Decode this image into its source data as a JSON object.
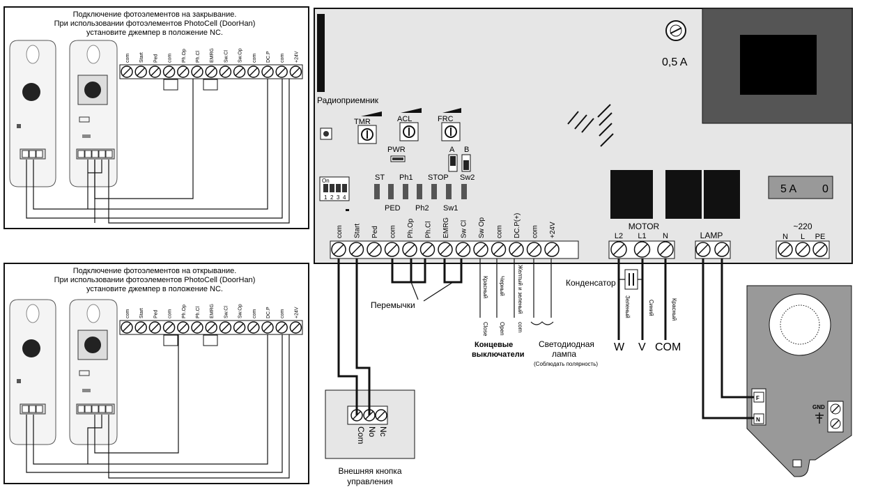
{
  "panel_top": {
    "title_lines": [
      "Подключение фотоэлементов на закрывание.",
      "При использовании фотоэлементов PhotoCell (DoorHan)",
      "установите джемпер в положение NC."
    ]
  },
  "panel_bottom": {
    "title_lines": [
      "Подключение фотоэлементов на открывание.",
      "При использовании фотоэлементов PhotoCell (DoorHan)",
      "установите джемпер в положение NC."
    ]
  },
  "mini_terminals": [
    "com",
    "Start",
    "Ped",
    "com",
    "Ph.Op",
    "Ph.Cl",
    "EMRG",
    "Sw.Cl",
    "Sw.Op",
    "com",
    "DC.P",
    "com",
    "+24V"
  ],
  "board": {
    "radio_label": "Радиоприемник",
    "fuse_small": "0,5 A",
    "fuse_big": "5 A",
    "fuse_big_suffix": "0",
    "knobs": [
      "TMR",
      "ACL",
      "FRC"
    ],
    "pwr_label": "PWR",
    "jumper_labels": [
      "A",
      "B"
    ],
    "dip_label": "On",
    "dip_numbers": [
      "1",
      "2",
      "3",
      "4"
    ],
    "leds_top": [
      "ST",
      "Ph1",
      "STOP",
      "Sw2"
    ],
    "leds_bottom": [
      "PED",
      "Ph2",
      "Sw1"
    ],
    "terminals": [
      "com",
      "Start",
      "Ped",
      "com",
      "Ph.Op",
      "Ph.Cl",
      "EMRG",
      "Sw Cl",
      "Sw Op",
      "com",
      "DC.P(+)",
      "com",
      "+24V"
    ],
    "motor_label": "MOTOR",
    "motor_terms": [
      "L2",
      "L1",
      "N"
    ],
    "lamp_label": "LAMP",
    "power_label": "~220",
    "power_terms": [
      "N",
      "L",
      "PE"
    ]
  },
  "annotations": {
    "jumpers": "Перемычки",
    "capacitor": "Конденсатор",
    "wire_colors": [
      "Красный",
      "Черный",
      "Желтый и зеленый"
    ],
    "switch_labels": [
      "Close",
      "Open",
      "com"
    ],
    "limit_switches": [
      "Концевые",
      "выключатели"
    ],
    "led_lamp": [
      "Светодиодная",
      "лампа"
    ],
    "led_polarity": "(Соблюдать полярность)",
    "motor_wires": [
      "Зеленый",
      "Синий",
      "Красный"
    ],
    "motor_letters": [
      "W",
      "V",
      "COM"
    ]
  },
  "button_box": {
    "terms": [
      "Com",
      "No",
      "Nc"
    ],
    "caption": [
      "Внешняя кнопка",
      "управления"
    ]
  },
  "lamp_box": {
    "terms": [
      "F",
      "N"
    ],
    "gnd": "GND"
  }
}
